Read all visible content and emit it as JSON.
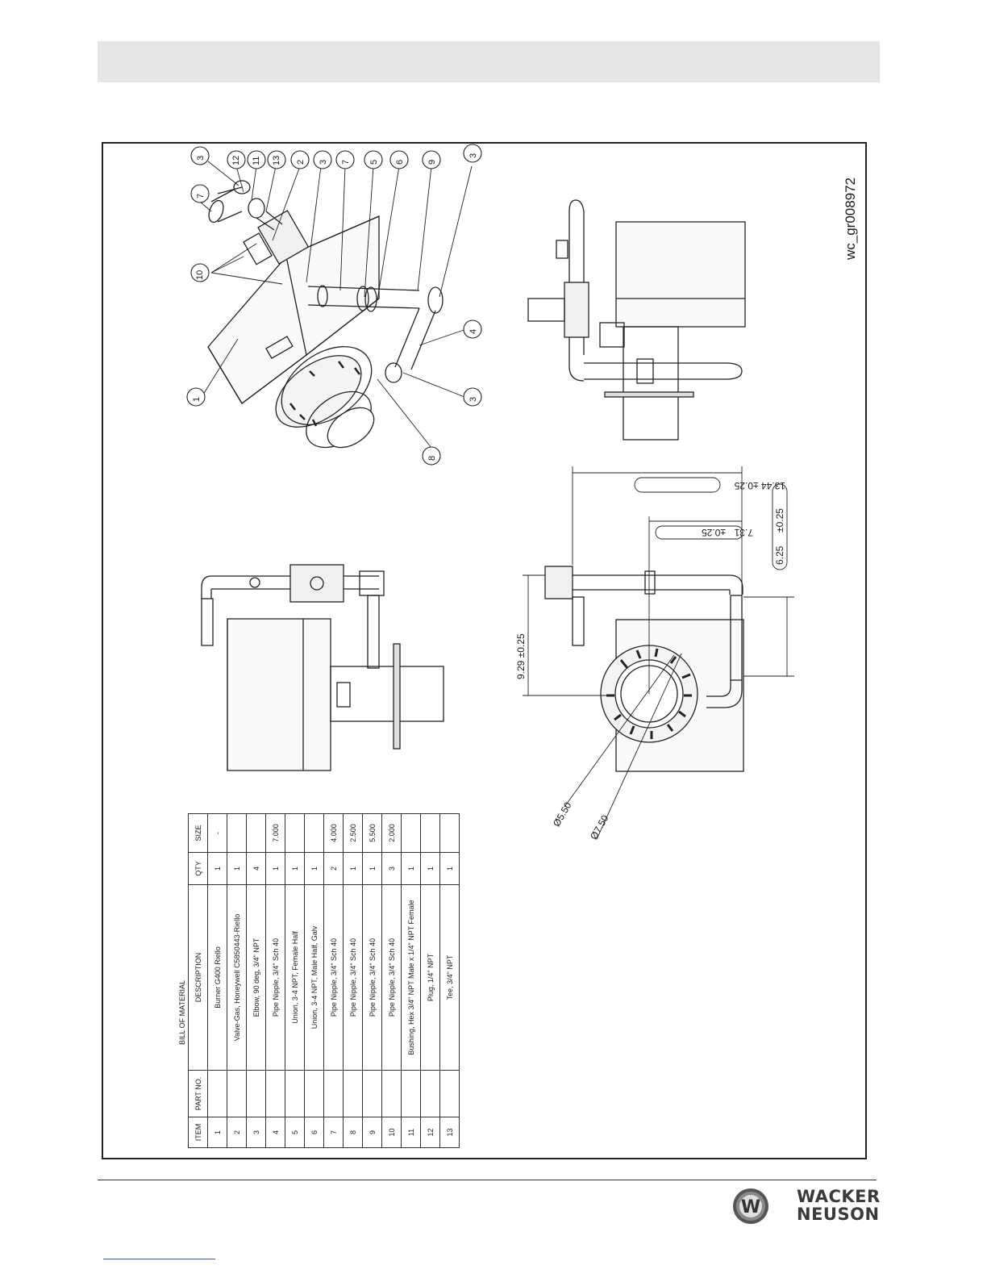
{
  "drawing_id": "wc_gr008972",
  "bom": {
    "title": "BILL OF MATERIAL",
    "headers": [
      "ITEM",
      "PART NO.",
      "DESCRIPTION",
      "QTY",
      "SIZE"
    ],
    "rows": [
      {
        "item": "1",
        "part": "",
        "desc": "Burner G400 Riello",
        "qty": "1",
        "size": "-"
      },
      {
        "item": "2",
        "part": "",
        "desc": "Valve-Gas, Honeywell C5850443-Riello",
        "qty": "1",
        "size": ""
      },
      {
        "item": "3",
        "part": "",
        "desc": "Elbow, 90 deg, 3/4\" NPT",
        "qty": "4",
        "size": ""
      },
      {
        "item": "4",
        "part": "",
        "desc": "Pipe Nipple, 3/4\" Sch 40",
        "qty": "1",
        "size": "7.000"
      },
      {
        "item": "5",
        "part": "",
        "desc": "Union, 3-4 NPT, Female Half",
        "qty": "1",
        "size": ""
      },
      {
        "item": "6",
        "part": "",
        "desc": "Union, 3-4 NPT, Male Half, Galv",
        "qty": "1",
        "size": ""
      },
      {
        "item": "7",
        "part": "",
        "desc": "Pipe Nipple, 3/4\" Sch 40",
        "qty": "2",
        "size": "4.000"
      },
      {
        "item": "8",
        "part": "",
        "desc": "Pipe Nipple, 3/4\" Sch 40",
        "qty": "1",
        "size": "2.500"
      },
      {
        "item": "9",
        "part": "",
        "desc": "Pipe Nipple, 3/4\" Sch 40",
        "qty": "1",
        "size": "5.500"
      },
      {
        "item": "10",
        "part": "",
        "desc": "Pipe Nipple, 3/4\" Sch 40",
        "qty": "3",
        "size": "2.000"
      },
      {
        "item": "11",
        "part": "",
        "desc": "Bushing, Hex 3/4\" NPT Male x 1/4\" NPT Female",
        "qty": "1",
        "size": ""
      },
      {
        "item": "12",
        "part": "",
        "desc": "Plug, 1/4\" NPT",
        "qty": "1",
        "size": ""
      },
      {
        "item": "13",
        "part": "",
        "desc": "Tee, 3/4\" NPT",
        "qty": "1",
        "size": ""
      }
    ]
  },
  "callouts": [
    "3",
    "12",
    "11",
    "13",
    "2",
    "3",
    "7",
    "5",
    "6",
    "9",
    "3",
    "7",
    "10",
    "1",
    "8",
    "3",
    "4"
  ],
  "dimensions": {
    "d1": "13.44 ±0.25",
    "d2": "7.31",
    "d2_tol": "±0.25",
    "d3": "6.25",
    "d3_tol": "±0.25",
    "d4": "9.29 ±0.25",
    "d5": "Ø5.50",
    "d6": "Ø7.50"
  },
  "logo": {
    "line1": "WACKER",
    "line2": "NEUSON",
    "mark": "W"
  }
}
